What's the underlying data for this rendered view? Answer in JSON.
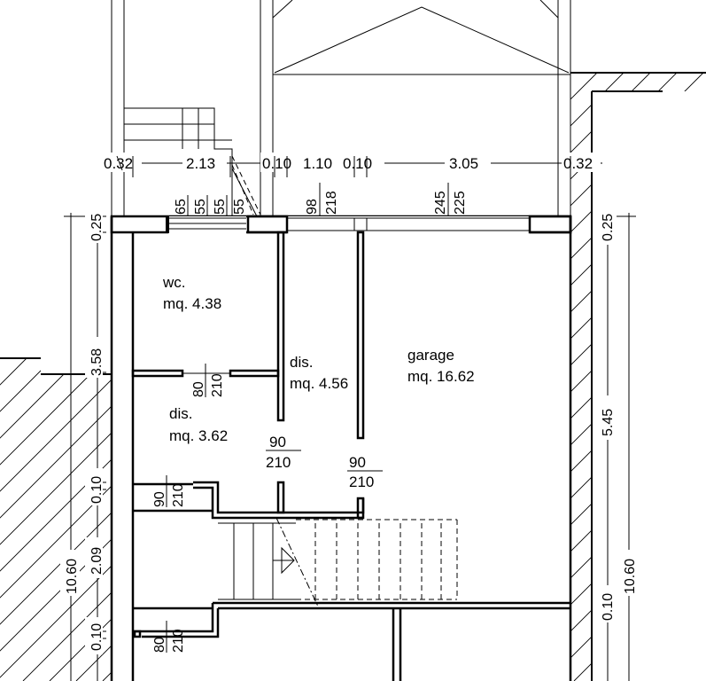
{
  "rooms": {
    "wc": {
      "name": "wc.",
      "area": "mq. 4.38"
    },
    "dis_upper": {
      "name": "dis.",
      "area": "mq. 4.56"
    },
    "dis_lower": {
      "name": "dis.",
      "area": "mq. 3.62"
    },
    "garage": {
      "name": "garage",
      "area": "mq. 16.62"
    }
  },
  "top_dimensions": {
    "d1": "0.32",
    "d2": "2.13",
    "d3": "0.10",
    "d4": "1.10",
    "d5": "0.10",
    "d6": "3.05",
    "d7": "0.32"
  },
  "opening_labels": {
    "o65": "65",
    "o55a": "55",
    "o55b": "55",
    "o55c": "55",
    "o98": "98",
    "o218": "218",
    "o245": "245",
    "o225": "225"
  },
  "doors": {
    "door_wc": {
      "width": "80",
      "height": "210"
    },
    "door_dis": {
      "width": "90",
      "height": "210"
    },
    "door_garage": {
      "width": "90",
      "height": "210"
    },
    "door_left_upper": {
      "width": "90",
      "height": "210"
    },
    "door_left_lower": {
      "width": "80",
      "height": "210"
    }
  },
  "left_dimensions": {
    "l025": "0.25",
    "l358": "3.58",
    "l010a": "0.10",
    "l209": "2.09",
    "l010b": "0.10",
    "l1060": "10.60"
  },
  "right_dimensions": {
    "r025": "0.25",
    "r545": "5.45",
    "r010": "0.10",
    "r1060": "10.60"
  }
}
